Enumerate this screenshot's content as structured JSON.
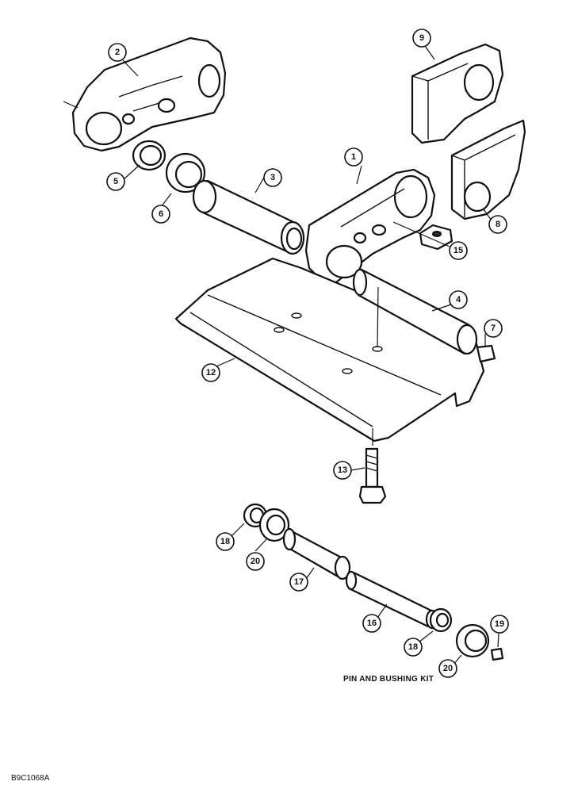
{
  "callouts": {
    "c1": "1",
    "c2": "2",
    "c3": "3",
    "c4": "4",
    "c5": "5",
    "c6": "6",
    "c7": "7",
    "c8": "8",
    "c9": "9",
    "c12": "12",
    "c13": "13",
    "c15": "15",
    "c16": "16",
    "c17": "17",
    "c18a": "18",
    "c18b": "18",
    "c19": "19",
    "c20a": "20",
    "c20b": "20"
  },
  "kit_label": "PIN AND BUSHING KIT",
  "figure_code": "B9C1068A"
}
